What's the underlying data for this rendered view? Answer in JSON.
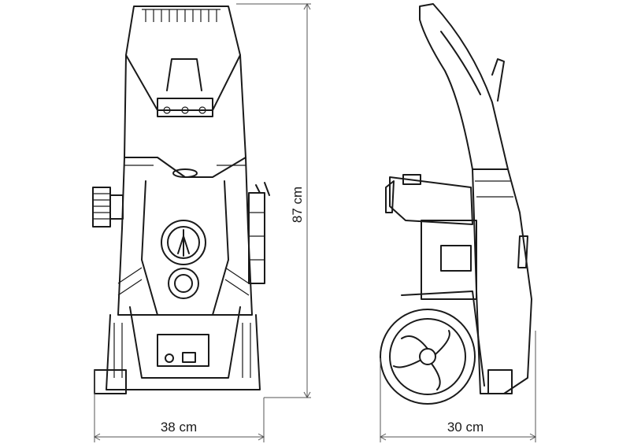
{
  "dimensions": {
    "height": "87 cm",
    "width": "38 cm",
    "depth": "30 cm"
  }
}
